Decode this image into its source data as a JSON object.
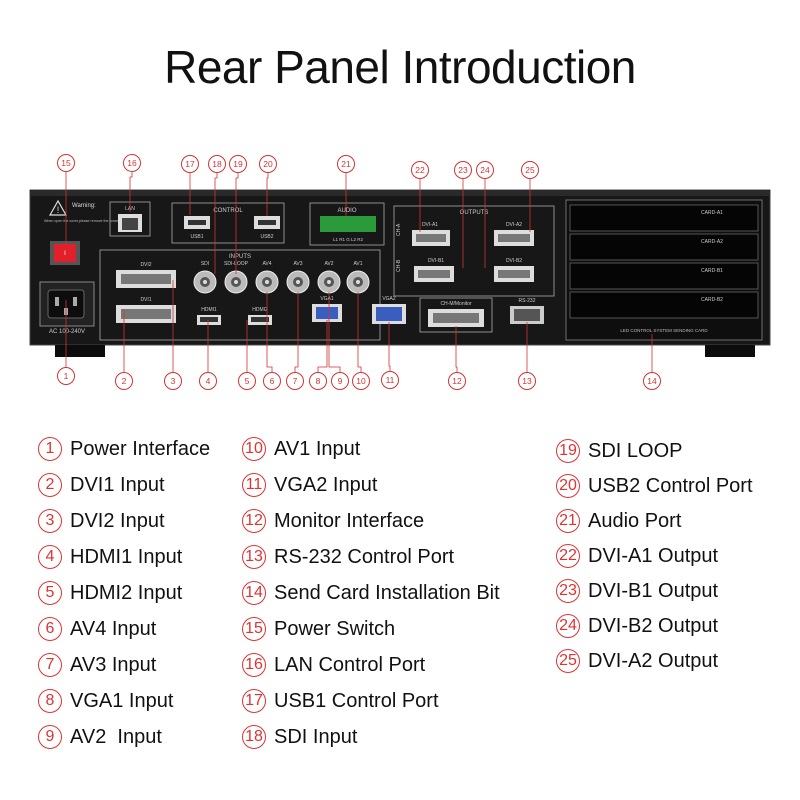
{
  "title": "Rear Panel Introduction",
  "device": {
    "warning_title": "Warning:",
    "warning_text": "When open the cover,please remove the power supply",
    "lan_label": "LAN",
    "control_label": "CONTROL",
    "usb1_label": "USB1",
    "usb2_label": "USB2",
    "audio_label": "AUDIO",
    "audio_pins": "L1 R1 G L2 R2",
    "outputs_label": "OUTPUTS",
    "dvi_a1": "DVI-A1",
    "dvi_a2": "DVI-A2",
    "dvi_b1": "DVI-B1",
    "dvi_b2": "DVI-B2",
    "ch_a": "CH-A",
    "ch_b": "CH-B",
    "inputs_label": "INPUTS",
    "dvi2": "DVI2",
    "dvi1": "DVI1",
    "sdi": "SDI",
    "sdi_loop": "SDI-LOOP",
    "av4": "AV4",
    "av3": "AV3",
    "av2": "AV2",
    "av1": "AV1",
    "hdmi1": "HDMI1",
    "hdmi2": "HDMI2",
    "vga1": "VGA1",
    "vga2": "VGA2",
    "monitor": "CH-M/Monitor",
    "rs232": "RS-232",
    "ac": "AC 100-240V",
    "card_a1": "CARD-A1",
    "card_a2": "CARD-A2",
    "card_b1": "CARD-B1",
    "card_b2": "CARD-B2",
    "card_footer": "LED CONTROL SYSTEM SENDING CARD"
  },
  "callouts": [
    "1",
    "2",
    "3",
    "4",
    "5",
    "6",
    "7",
    "8",
    "9",
    "10",
    "11",
    "12",
    "13",
    "14",
    "15",
    "16",
    "17",
    "18",
    "19",
    "20",
    "21",
    "22",
    "23",
    "24",
    "25"
  ],
  "legend": [
    {
      "num": "1",
      "label": "Power Interface"
    },
    {
      "num": "2",
      "label": "DVI1 Input"
    },
    {
      "num": "3",
      "label": "DVI2 Input"
    },
    {
      "num": "4",
      "label": "HDMI1 Input"
    },
    {
      "num": "5",
      "label": "HDMI2 Input"
    },
    {
      "num": "6",
      "label": "AV4 Input"
    },
    {
      "num": "7",
      "label": "AV3 Input"
    },
    {
      "num": "8",
      "label": "VGA1 Input"
    },
    {
      "num": "9",
      "label": "AV2  Input"
    },
    {
      "num": "10",
      "label": "AV1 Input"
    },
    {
      "num": "11",
      "label": "VGA2 Input"
    },
    {
      "num": "12",
      "label": "Monitor Interface"
    },
    {
      "num": "13",
      "label": "RS-232 Control Port"
    },
    {
      "num": "14",
      "label": "Send Card Installation Bit"
    },
    {
      "num": "15",
      "label": "Power Switch"
    },
    {
      "num": "16",
      "label": "LAN Control Port"
    },
    {
      "num": "17",
      "label": "USB1 Control Port"
    },
    {
      "num": "18",
      "label": "SDI Input"
    },
    {
      "num": "19",
      "label": "SDI LOOP"
    },
    {
      "num": "20",
      "label": "USB2 Control Port"
    },
    {
      "num": "21",
      "label": "Audio Port"
    },
    {
      "num": "22",
      "label": "DVI-A1 Output"
    },
    {
      "num": "23",
      "label": "DVI-B1 Output"
    },
    {
      "num": "24",
      "label": "DVI-B2 Output"
    },
    {
      "num": "25",
      "label": "DVI-A2 Output"
    }
  ],
  "colors": {
    "accent": "#d33333",
    "panel": "#1a1a1a",
    "text": "#111111"
  }
}
